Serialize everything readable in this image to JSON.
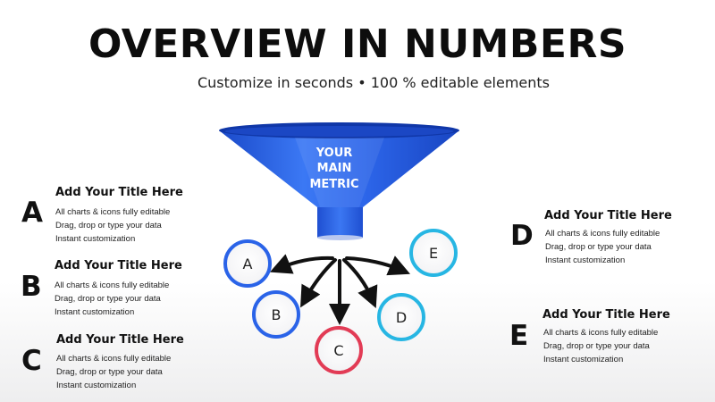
{
  "header": {
    "title": "OVERVIEW IN NUMBERS",
    "subtitle": "Customize in seconds • 100 % editable elements"
  },
  "funnel": {
    "label_line1": "YOUR",
    "label_line2": "MAIN",
    "label_line3": "METRIC",
    "color": "#2a63e8"
  },
  "circles": [
    {
      "letter": "A",
      "color": "#2a63e8"
    },
    {
      "letter": "B",
      "color": "#2a63e8"
    },
    {
      "letter": "C",
      "color": "#e23b55"
    },
    {
      "letter": "D",
      "color": "#27b6e3"
    },
    {
      "letter": "E",
      "color": "#27b6e3"
    }
  ],
  "items": [
    {
      "letter": "A",
      "heading": "Add Your Title Here",
      "lines": [
        "All charts & icons fully editable",
        "Drag, drop or type your data",
        "Instant customization"
      ]
    },
    {
      "letter": "B",
      "heading": "Add Your Title Here",
      "lines": [
        "All charts & icons fully editable",
        "Drag, drop or type your data",
        "Instant customization"
      ]
    },
    {
      "letter": "C",
      "heading": "Add Your Title Here",
      "lines": [
        "All charts & icons fully editable",
        "Drag, drop or type your data",
        "Instant customization"
      ]
    },
    {
      "letter": "D",
      "heading": "Add Your Title Here",
      "lines": [
        "All charts & icons fully editable",
        "Drag, drop or type your data",
        "Instant customization"
      ]
    },
    {
      "letter": "E",
      "heading": "Add Your Title Here",
      "lines": [
        "All charts & icons fully editable",
        "Drag, drop or type your data",
        "Instant customization"
      ]
    }
  ]
}
